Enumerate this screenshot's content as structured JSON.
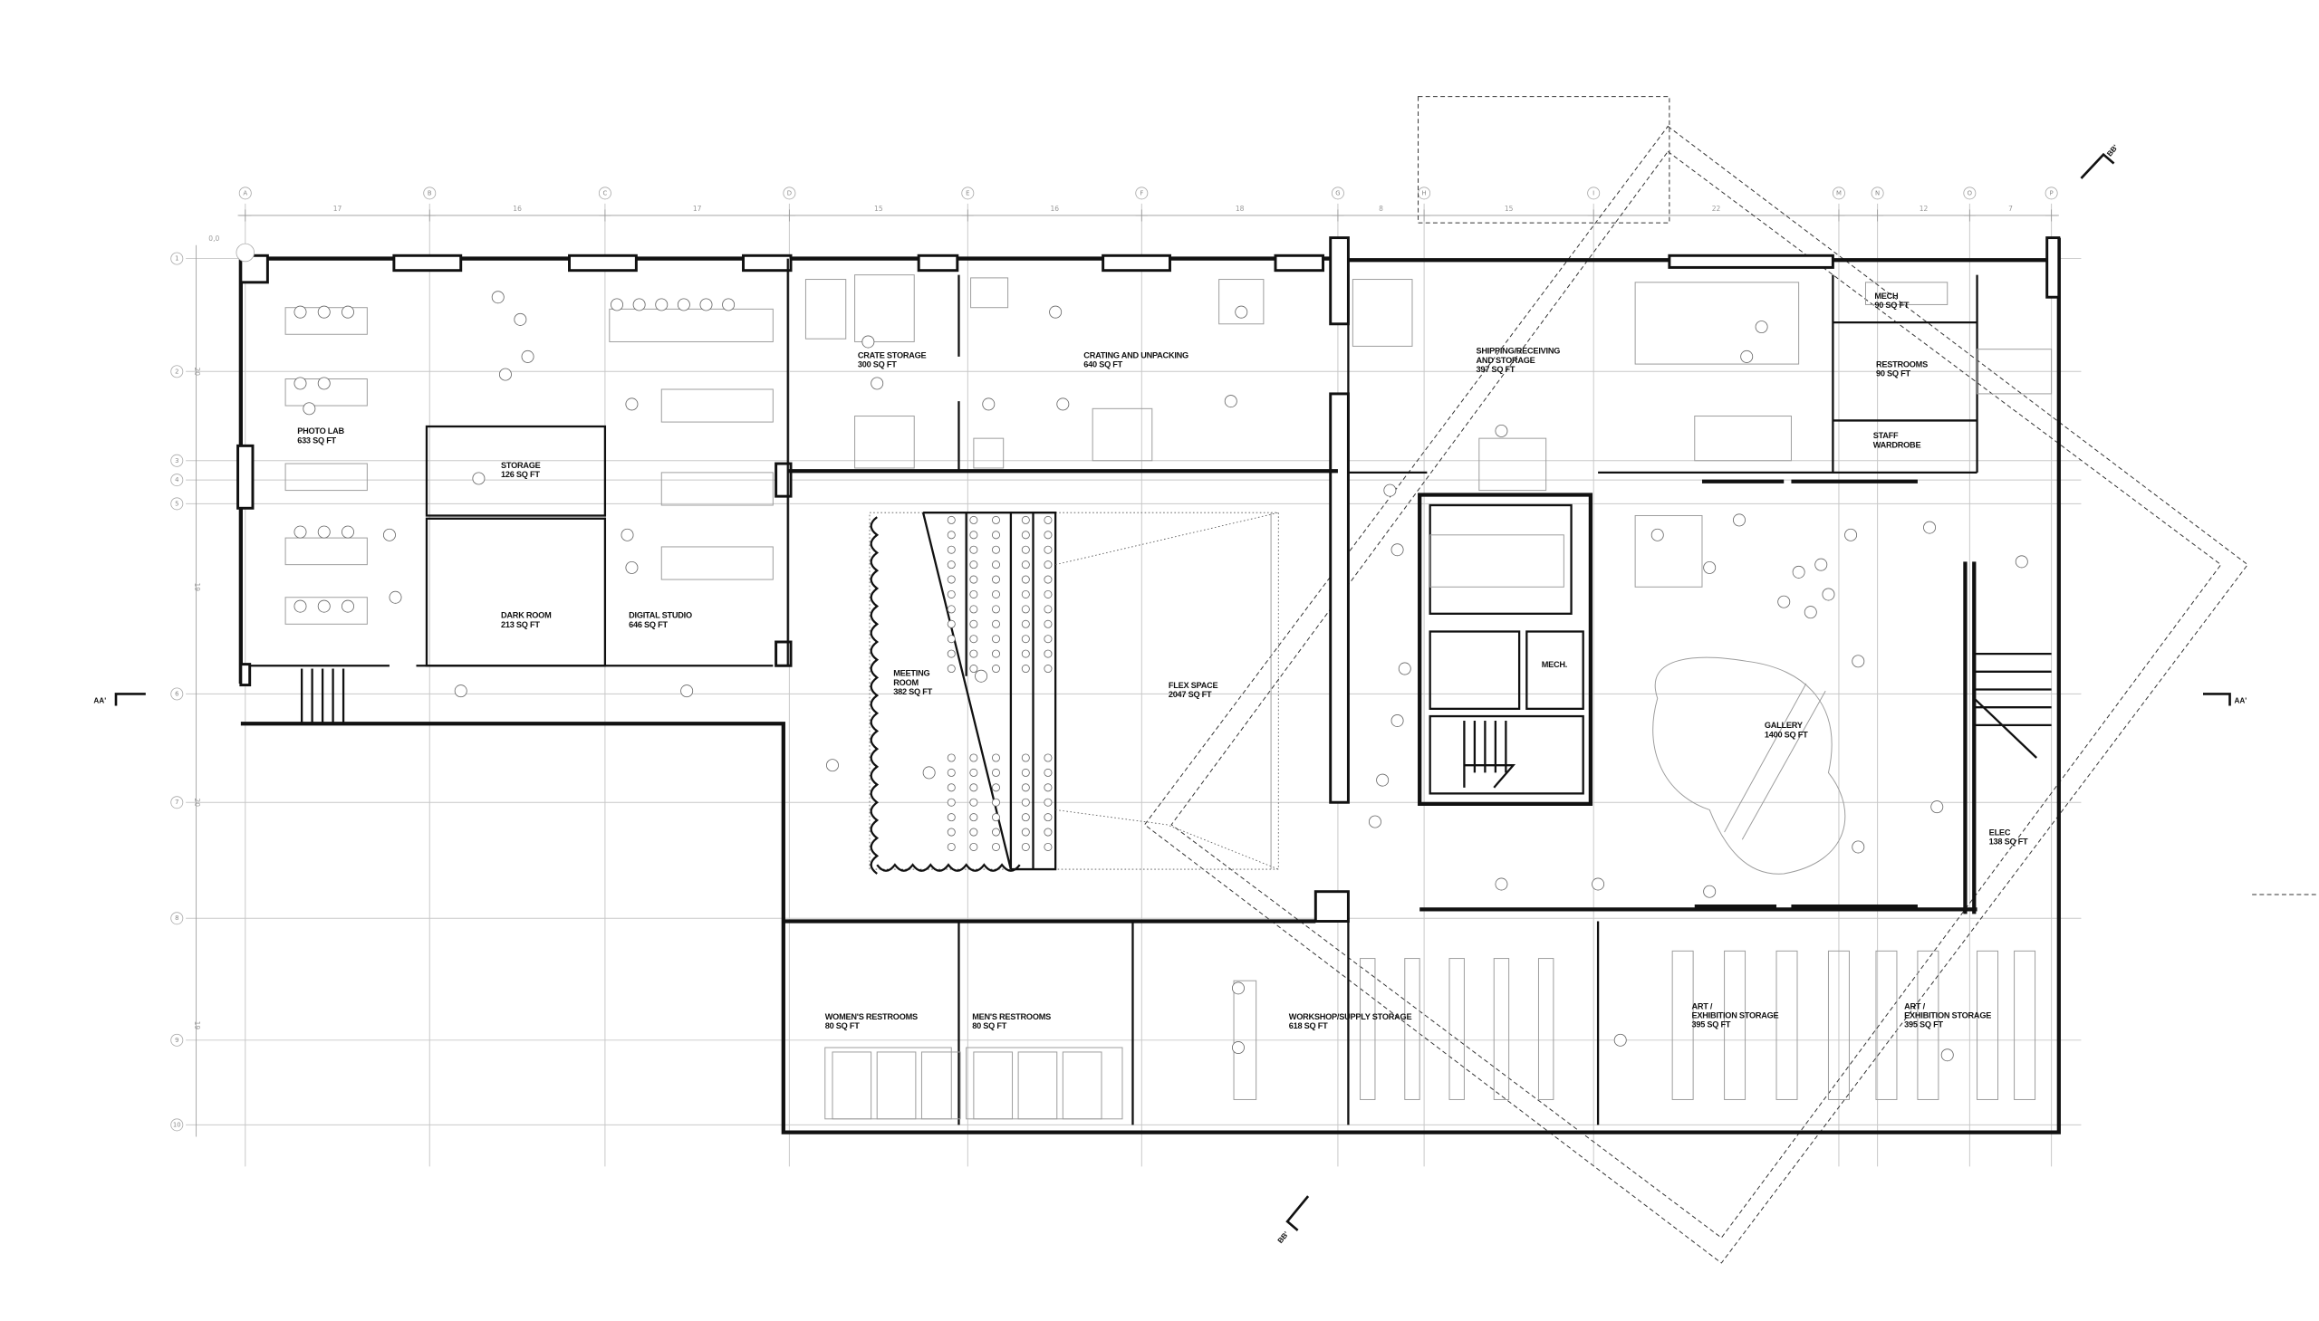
{
  "origin_label": "0,0",
  "grid": {
    "columns": [
      {
        "label": "A"
      },
      {
        "label": "B"
      },
      {
        "label": "C"
      },
      {
        "label": "D"
      },
      {
        "label": "E"
      },
      {
        "label": "F"
      },
      {
        "label": "G"
      },
      {
        "label": "H"
      },
      {
        "label": "I"
      },
      {
        "label": "M"
      },
      {
        "label": "N"
      },
      {
        "label": "O"
      },
      {
        "label": "P"
      }
    ],
    "column_dims": [
      "17",
      "16",
      "17",
      "15",
      "16",
      "18",
      "8",
      "15",
      "22",
      "12",
      "7"
    ],
    "rows": [
      {
        "label": "1"
      },
      {
        "label": "2"
      },
      {
        "label": "3"
      },
      {
        "label": "4"
      },
      {
        "label": "5"
      },
      {
        "label": "6"
      },
      {
        "label": "7"
      },
      {
        "label": "8"
      },
      {
        "label": "9"
      },
      {
        "label": "10"
      }
    ],
    "row_dims": [
      "20",
      "19",
      "20",
      "19"
    ]
  },
  "rooms": [
    {
      "name": [
        "PHOTO LAB"
      ],
      "area": "633 SQ FT"
    },
    {
      "name": [
        "STORAGE"
      ],
      "area": "126 SQ FT"
    },
    {
      "name": [
        "DARK ROOM"
      ],
      "area": "213 SQ FT"
    },
    {
      "name": [
        "DIGITAL STUDIO"
      ],
      "area": "646 SQ FT"
    },
    {
      "name": [
        "CRATE STORAGE"
      ],
      "area": "300 SQ FT"
    },
    {
      "name": [
        "CRATING AND UNPACKING"
      ],
      "area": "640 SQ FT"
    },
    {
      "name": [
        "SHIPPING/RECEIVING",
        "AND STORAGE"
      ],
      "area": "397 SQ FT"
    },
    {
      "name": [
        "MECH"
      ],
      "area": "90 SQ FT"
    },
    {
      "name": [
        "RESTROOMS"
      ],
      "area": "90 SQ FT"
    },
    {
      "name": [
        "STAFF",
        "WARDROBE"
      ],
      "area": ""
    },
    {
      "name": [
        "MEETING",
        "ROOM"
      ],
      "area": "382 SQ FT"
    },
    {
      "name": [
        "FLEX SPACE"
      ],
      "area": "2047 SQ FT"
    },
    {
      "name": [
        "MECH."
      ],
      "area": ""
    },
    {
      "name": [
        "GALLERY"
      ],
      "area": "1400 SQ FT"
    },
    {
      "name": [
        "ELEC"
      ],
      "area": "138 SQ FT"
    },
    {
      "name": [
        "WOMEN'S RESTROOMS"
      ],
      "area": "80 SQ FT"
    },
    {
      "name": [
        "MEN'S RESTROOMS"
      ],
      "area": "80 SQ FT"
    },
    {
      "name": [
        "WORKSHOP/SUPPLY STORAGE"
      ],
      "area": "618 SQ FT"
    },
    {
      "name": [
        "ART /",
        "EXHIBITION STORAGE"
      ],
      "area": "395 SQ FT"
    },
    {
      "name": [
        "ART /",
        "EXHIBITION STORAGE"
      ],
      "area": "395 SQ FT"
    }
  ],
  "section_markers": {
    "aa_left": "AA'",
    "aa_right": "AA'",
    "bb_top": "BB'",
    "bb_bottom": "BB'"
  },
  "colors": {
    "wall": "#111111",
    "grid": "#c8c8c8",
    "furniture": "#9c9c9c"
  }
}
